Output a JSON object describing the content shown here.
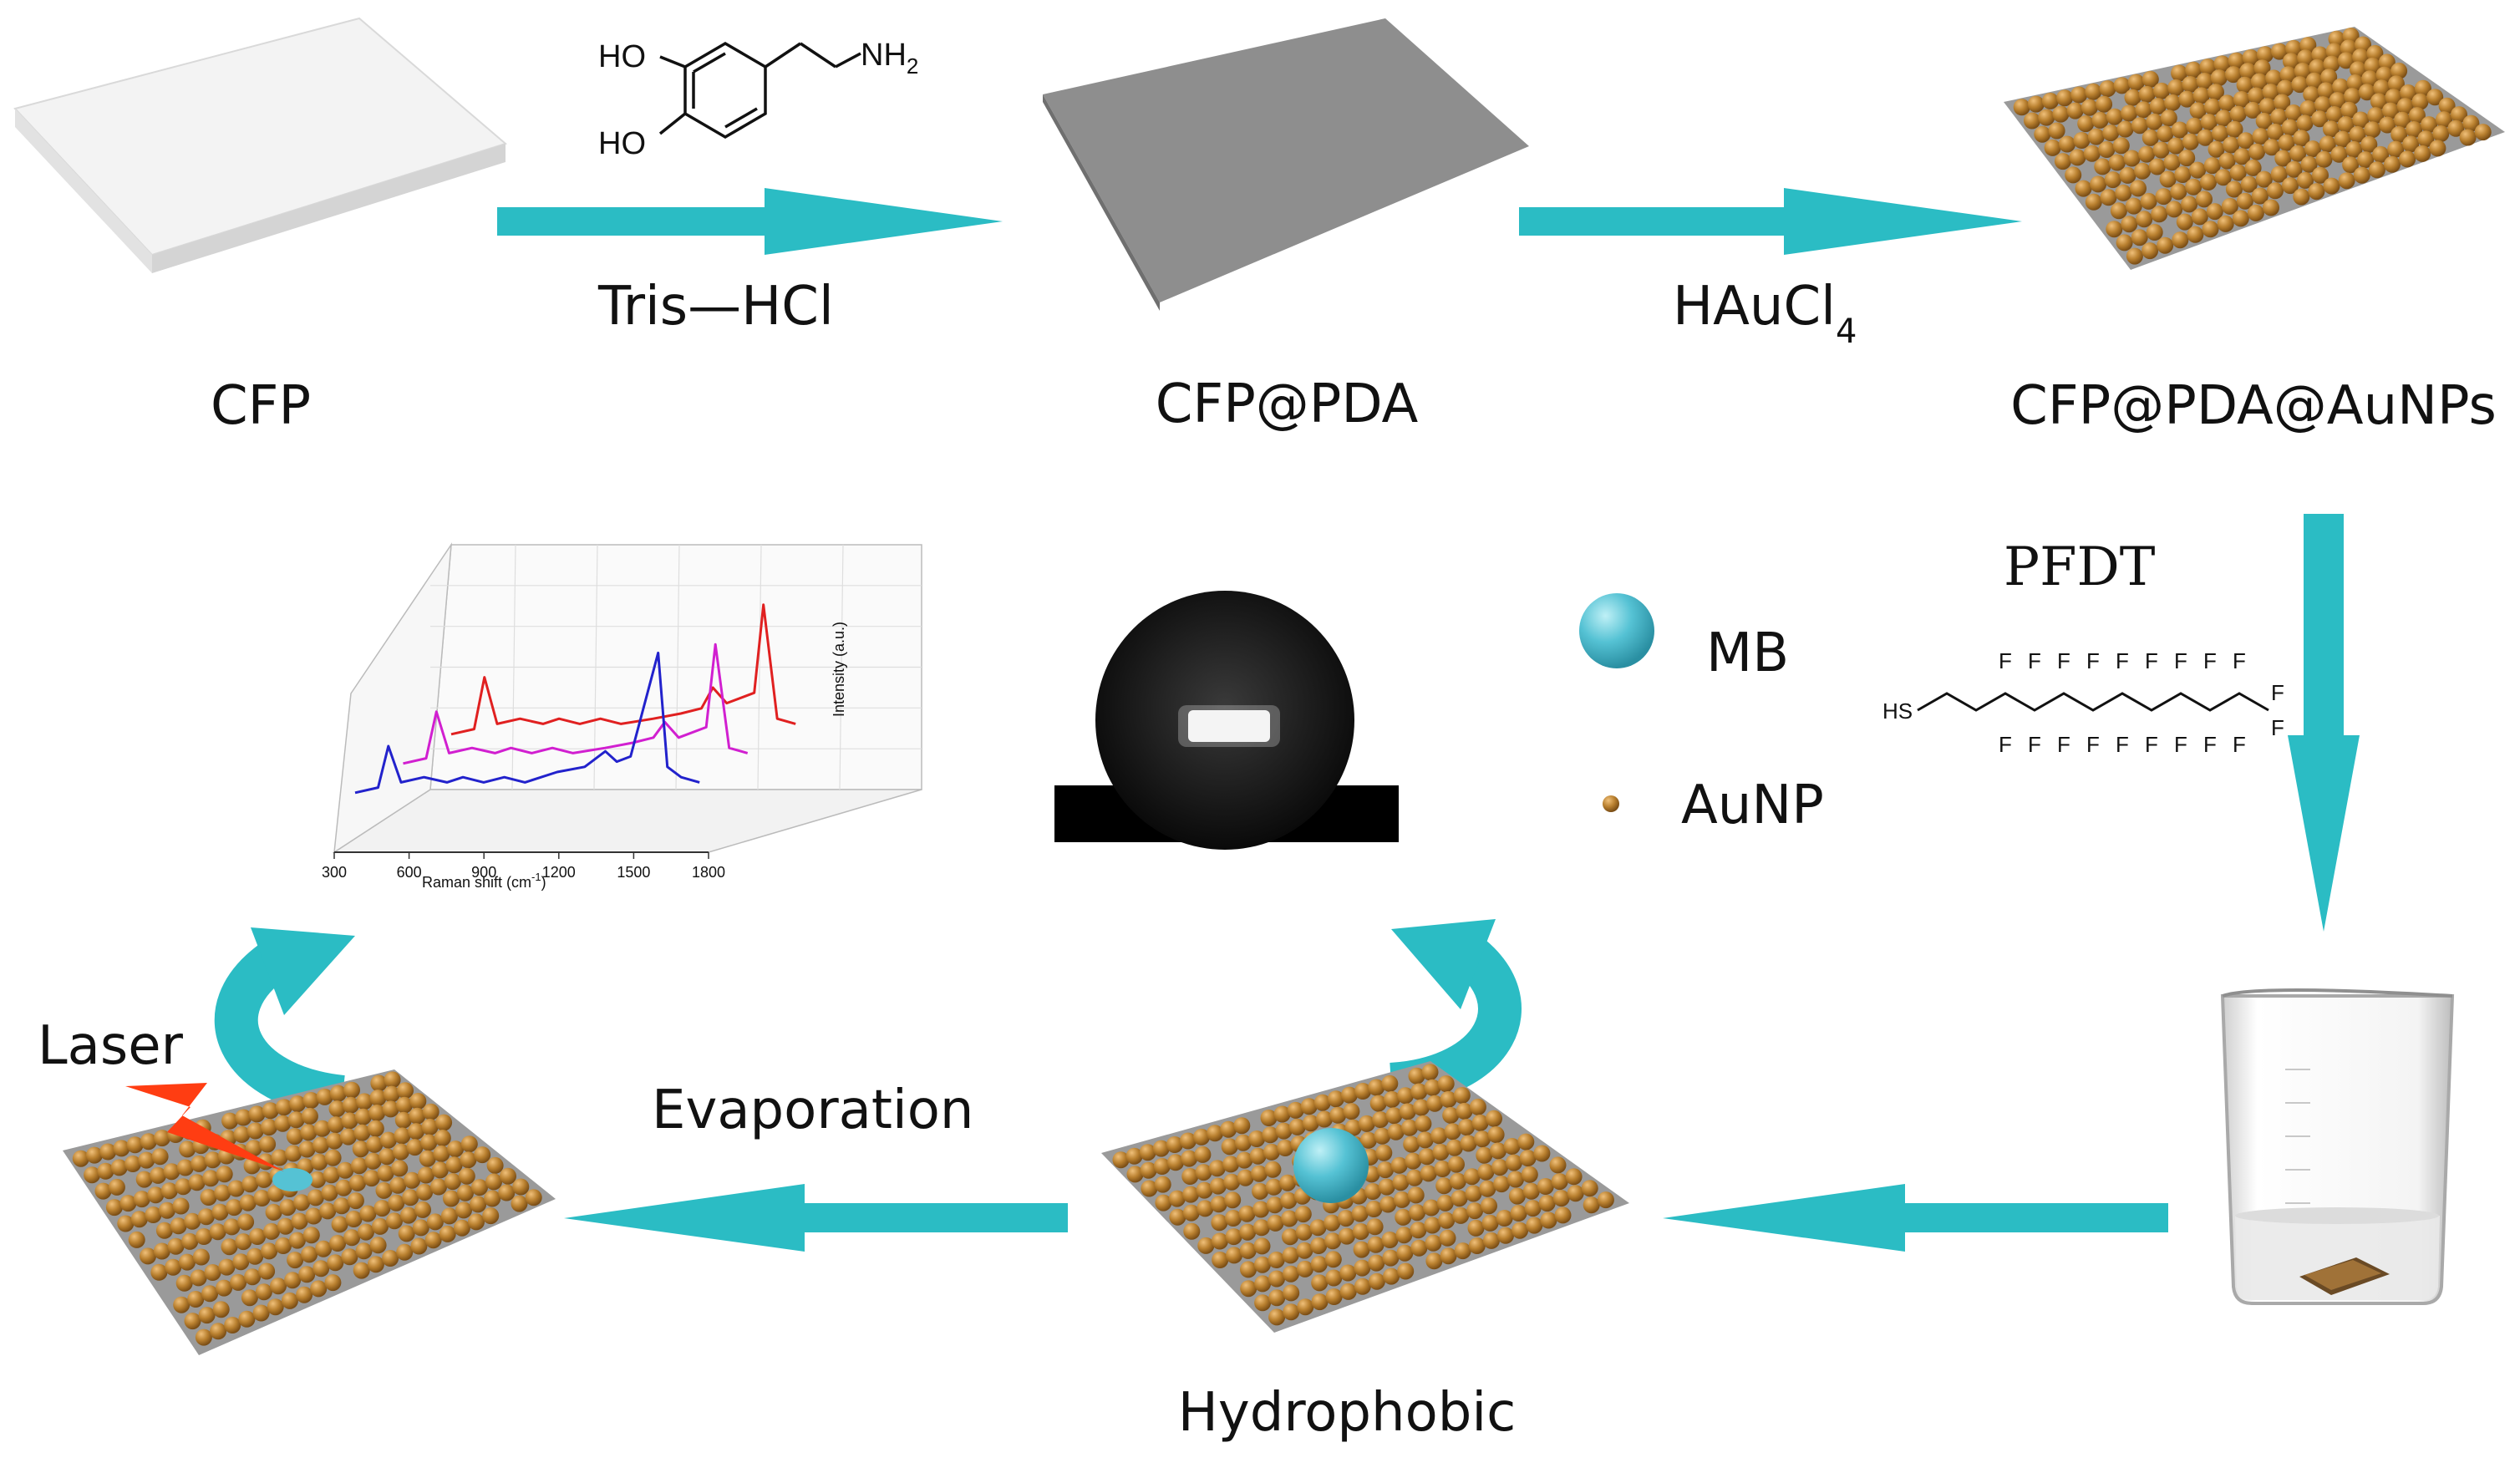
{
  "colors": {
    "arrow": "#2bbcc4",
    "gold": "#b9802f",
    "plate": "#9a9a9a",
    "mb": "#55c2d4",
    "laser": "#ff3d12",
    "series": [
      "#e02020",
      "#d11fd0",
      "#2222cc"
    ]
  },
  "labels": {
    "cfp": "CFP",
    "cfp_pda": "CFP@PDA",
    "cfp_pda_aunps": "CFP@PDA@AuNPs",
    "tris": "Tris—HCl",
    "haucl": "HAuCl",
    "haucl_sub": "4",
    "pfdt": "PFDT",
    "evaporation": "Evaporation",
    "hydrophobic": "Hydrophobic",
    "laser": "Laser"
  },
  "legend": {
    "mb": "MB",
    "aunp": "AuNP"
  },
  "dopamine": {
    "ho1": "HO",
    "ho2": "HO",
    "nh": "NH",
    "nh_sub": "2"
  },
  "pfdt_formula": {
    "hs": "HS",
    "f": "F"
  },
  "raman": {
    "xlabel": "Raman shift (cm",
    "xlabel_sup": "-1",
    "xlabel_end": ")",
    "ylabel": "Intensity (a.u.)",
    "ticks": [
      "300",
      "600",
      "900",
      "1200",
      "1500",
      "1800"
    ]
  },
  "chart_data": {
    "type": "line",
    "title": "",
    "xlabel": "Raman shift (cm-1)",
    "ylabel": "Intensity (a.u.)",
    "xlim": [
      300,
      1800
    ],
    "grid": true,
    "x": [
      300,
      400,
      445,
      500,
      600,
      700,
      770,
      860,
      950,
      1040,
      1180,
      1300,
      1390,
      1440,
      1500,
      1620,
      1660,
      1720,
      1800
    ],
    "series": [
      {
        "values": [
          1,
          2,
          12,
          3,
          4,
          3,
          4,
          3,
          4,
          3,
          4,
          5,
          6,
          10,
          7,
          9,
          26,
          4,
          3
        ]
      },
      {
        "values": [
          1,
          2,
          11,
          3,
          4,
          3,
          4,
          3,
          4,
          3,
          4,
          5,
          6,
          9,
          6,
          8,
          24,
          4,
          3
        ]
      },
      {
        "values": [
          1,
          2,
          10,
          3,
          4,
          3,
          4,
          3,
          4,
          3,
          5,
          6,
          9,
          7,
          8,
          28,
          6,
          4,
          3
        ]
      }
    ]
  }
}
